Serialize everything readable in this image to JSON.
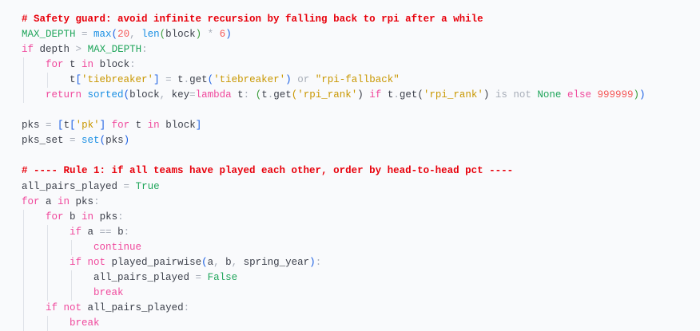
{
  "editor": {
    "lines": [
      {
        "indent": 0,
        "tokens": [
          [
            "cm",
            "# Safety guard: avoid infinite recursion by falling back to rpi after a while"
          ]
        ]
      },
      {
        "indent": 0,
        "tokens": [
          [
            "const",
            "MAX_DEPTH"
          ],
          [
            "op",
            " = "
          ],
          [
            "fn",
            "max"
          ],
          [
            "p1",
            "("
          ],
          [
            "num",
            "20"
          ],
          [
            "op",
            ", "
          ],
          [
            "fn",
            "len"
          ],
          [
            "p2",
            "("
          ],
          [
            "",
            "block"
          ],
          [
            "p2",
            ")"
          ],
          [
            "op",
            " * "
          ],
          [
            "num",
            "6"
          ],
          [
            "p1",
            ")"
          ]
        ]
      },
      {
        "indent": 0,
        "tokens": [
          [
            "kw",
            "if"
          ],
          [
            "",
            " depth "
          ],
          [
            "op",
            ">"
          ],
          [
            "",
            " "
          ],
          [
            "const",
            "MAX_DEPTH"
          ],
          [
            "op",
            ":"
          ]
        ]
      },
      {
        "indent": 1,
        "tokens": [
          [
            "kw",
            "for"
          ],
          [
            "",
            " t "
          ],
          [
            "kw",
            "in"
          ],
          [
            "",
            " block"
          ],
          [
            "op",
            ":"
          ]
        ]
      },
      {
        "indent": 2,
        "tokens": [
          [
            "",
            "t"
          ],
          [
            "p1",
            "["
          ],
          [
            "str",
            "'tiebreaker'"
          ],
          [
            "p1",
            "]"
          ],
          [
            "op",
            " = "
          ],
          [
            "",
            "t"
          ],
          [
            "op",
            "."
          ],
          [
            "",
            "get"
          ],
          [
            "p1",
            "("
          ],
          [
            "str",
            "'tiebreaker'"
          ],
          [
            "p1",
            ")"
          ],
          [
            "op",
            " or "
          ],
          [
            "str",
            "\"rpi-fallback\""
          ]
        ]
      },
      {
        "indent": 1,
        "tokens": [
          [
            "kw",
            "return"
          ],
          [
            "",
            " "
          ],
          [
            "fn",
            "sorted"
          ],
          [
            "p1",
            "("
          ],
          [
            "",
            "block"
          ],
          [
            "op",
            ", "
          ],
          [
            "",
            "key"
          ],
          [
            "op",
            "="
          ],
          [
            "kw",
            "lambda"
          ],
          [
            "",
            " t"
          ],
          [
            "op",
            ": "
          ],
          [
            "p2",
            "("
          ],
          [
            "",
            "t"
          ],
          [
            "op",
            "."
          ],
          [
            "",
            "get"
          ],
          [
            "p3",
            "("
          ],
          [
            "str",
            "'rpi_rank'"
          ],
          [
            "",
            ") "
          ],
          [
            "kw",
            "if"
          ],
          [
            "",
            " t"
          ],
          [
            "op",
            "."
          ],
          [
            "",
            "get("
          ],
          [
            "str",
            "'rpi_rank'"
          ],
          [
            "",
            ")"
          ],
          [
            "op",
            " is not "
          ],
          [
            "const",
            "None"
          ],
          [
            "",
            " "
          ],
          [
            "kw",
            "else"
          ],
          [
            "",
            " "
          ],
          [
            "num",
            "999999"
          ],
          [
            "p2",
            ")"
          ],
          [
            "p1",
            ")"
          ]
        ]
      },
      {
        "indent": 0,
        "tokens": []
      },
      {
        "indent": 0,
        "tokens": [
          [
            "",
            "pks "
          ],
          [
            "op",
            "="
          ],
          [
            "",
            " "
          ],
          [
            "p1",
            "["
          ],
          [
            "",
            "t"
          ],
          [
            "p1",
            "["
          ],
          [
            "str",
            "'pk'"
          ],
          [
            "p1",
            "]"
          ],
          [
            "",
            " "
          ],
          [
            "kw",
            "for"
          ],
          [
            "",
            " t "
          ],
          [
            "kw",
            "in"
          ],
          [
            "",
            " block"
          ],
          [
            "p1",
            "]"
          ]
        ]
      },
      {
        "indent": 0,
        "tokens": [
          [
            "",
            "pks_set "
          ],
          [
            "op",
            "="
          ],
          [
            "",
            " "
          ],
          [
            "fn",
            "set"
          ],
          [
            "p1",
            "("
          ],
          [
            "",
            "pks"
          ],
          [
            "p1",
            ")"
          ]
        ]
      },
      {
        "indent": 0,
        "tokens": []
      },
      {
        "indent": 0,
        "tokens": [
          [
            "cm",
            "# ---- Rule 1: if all teams have played each other, order by head-to-head pct ----"
          ]
        ]
      },
      {
        "indent": 0,
        "tokens": [
          [
            "",
            "all_pairs_played "
          ],
          [
            "op",
            "="
          ],
          [
            "",
            " "
          ],
          [
            "const",
            "True"
          ]
        ]
      },
      {
        "indent": 0,
        "tokens": [
          [
            "kw",
            "for"
          ],
          [
            "",
            " a "
          ],
          [
            "kw",
            "in"
          ],
          [
            "",
            " pks"
          ],
          [
            "op",
            ":"
          ]
        ]
      },
      {
        "indent": 1,
        "tokens": [
          [
            "kw",
            "for"
          ],
          [
            "",
            " b "
          ],
          [
            "kw",
            "in"
          ],
          [
            "",
            " pks"
          ],
          [
            "op",
            ":"
          ]
        ]
      },
      {
        "indent": 2,
        "tokens": [
          [
            "kw",
            "if"
          ],
          [
            "",
            " a "
          ],
          [
            "op",
            "=="
          ],
          [
            "",
            " b"
          ],
          [
            "op",
            ":"
          ]
        ]
      },
      {
        "indent": 3,
        "tokens": [
          [
            "kw",
            "continue"
          ]
        ]
      },
      {
        "indent": 2,
        "tokens": [
          [
            "kw",
            "if"
          ],
          [
            "kw",
            " not"
          ],
          [
            "",
            " played_pairwise"
          ],
          [
            "p1",
            "("
          ],
          [
            "",
            "a"
          ],
          [
            "op",
            ", "
          ],
          [
            "",
            "b"
          ],
          [
            "op",
            ", "
          ],
          [
            "",
            "spring_year"
          ],
          [
            "p1",
            ")"
          ],
          [
            "op",
            ":"
          ]
        ]
      },
      {
        "indent": 3,
        "tokens": [
          [
            "",
            "all_pairs_played "
          ],
          [
            "op",
            "="
          ],
          [
            "",
            " "
          ],
          [
            "const",
            "False"
          ]
        ]
      },
      {
        "indent": 3,
        "tokens": [
          [
            "kw",
            "break"
          ]
        ]
      },
      {
        "indent": 1,
        "tokens": [
          [
            "kw",
            "if"
          ],
          [
            "kw",
            " not"
          ],
          [
            "",
            " all_pairs_played"
          ],
          [
            "op",
            ":"
          ]
        ]
      },
      {
        "indent": 2,
        "tokens": [
          [
            "kw",
            "break"
          ]
        ]
      }
    ]
  }
}
